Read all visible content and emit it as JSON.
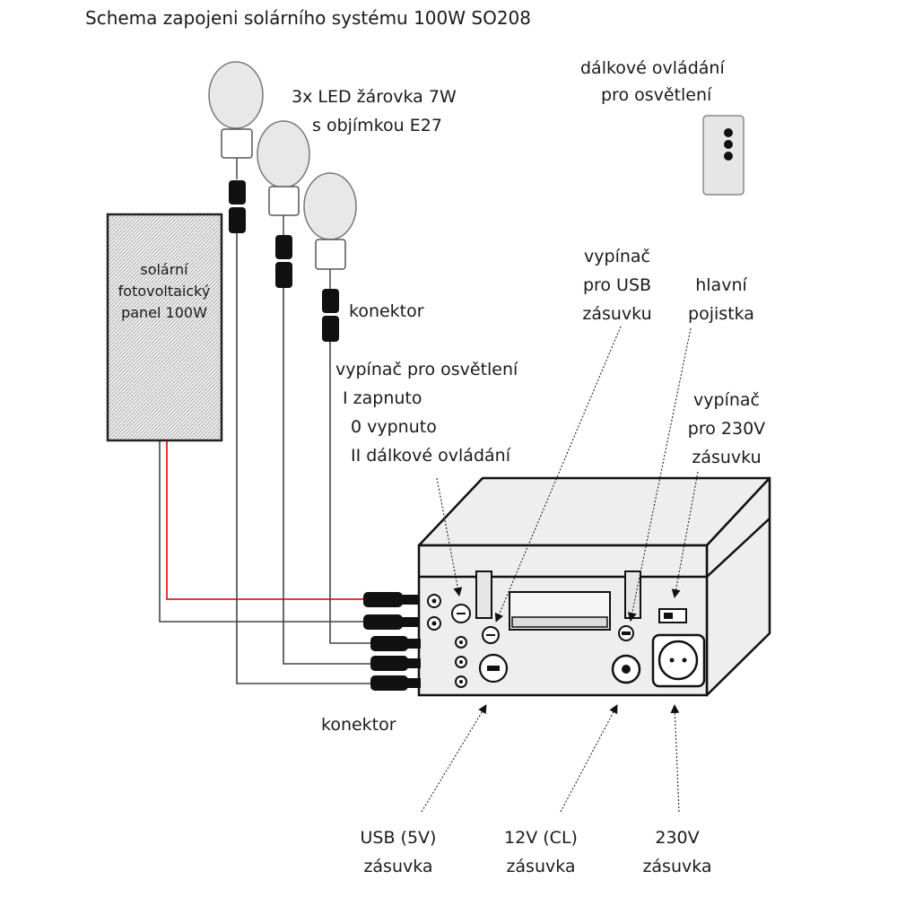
{
  "title": "Schema zapojeni solárního systému 100W SO208",
  "labels": {
    "bulbs": [
      "3x LED žárovka 7W",
      "s objímkou E27"
    ],
    "remote": [
      "dálkové ovládání",
      "pro osvětlení"
    ],
    "panel": [
      "solární",
      "fotovoltaický",
      "panel 100W"
    ],
    "connector_top": "konektor",
    "connector_bottom": "konektor",
    "light_switch": [
      "vypínač pro osvětlení",
      "I zapnuto",
      "0 vypnuto",
      "II dálkové ovládání"
    ],
    "usb_switch": [
      "vypínač",
      "pro USB",
      "zásuvku"
    ],
    "main_fuse": [
      "hlavní",
      "pojistka"
    ],
    "ac_switch": [
      "vypínač",
      "pro 230V",
      "zásuvku"
    ],
    "usb_socket": [
      "USB (5V)",
      "zásuvka"
    ],
    "cl_socket": [
      "12V (CL)",
      "zásuvka"
    ],
    "ac_socket": [
      "230V",
      "zásuvka"
    ]
  },
  "colors": {
    "panel_wire": "#e02020",
    "wire": "#444444",
    "case": "#eeeeee",
    "outline": "#111111"
  }
}
